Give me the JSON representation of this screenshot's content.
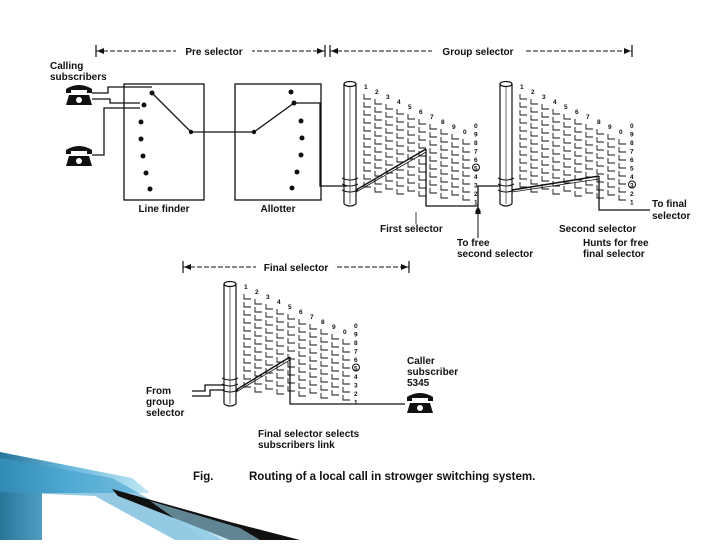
{
  "sections": {
    "pre_selector": "Pre selector",
    "group_selector": "Group selector",
    "final_selector": "Final selector"
  },
  "labels": {
    "calling_line1": "Calling",
    "calling_line2": "subscribers",
    "line_finder": "Line finder",
    "allotter": "Allotter",
    "first_selector": "First selector",
    "to_free_line1": "To free",
    "to_free_line2": "second selector",
    "second_selector": "Second selector",
    "hunts_line1": "Hunts for free",
    "hunts_line2": "final selector",
    "to_final_line1": "To final",
    "to_final_line2": "selector",
    "from_group_line1": "From",
    "from_group_line2": "group",
    "from_group_line3": "selector",
    "caller_line1": "Caller",
    "caller_line2": "subscriber",
    "caller_number": "5345",
    "final_selects_line1": "Final selector selects",
    "final_selects_line2": "subscribers link"
  },
  "caption": {
    "prefix": "Fig.",
    "text": "Routing of a local call in strowger switching system."
  },
  "bank": {
    "levels": [
      "1",
      "2",
      "3",
      "4",
      "5",
      "6",
      "7",
      "8",
      "9",
      "0"
    ],
    "contacts": [
      "0",
      "9",
      "8",
      "7",
      "6",
      "5",
      "4",
      "3",
      "2",
      "1"
    ]
  },
  "colors": {
    "ink": "#111111",
    "ribbon_dark": "#1d6e93",
    "ribbon_light": "#8fd0ea"
  }
}
